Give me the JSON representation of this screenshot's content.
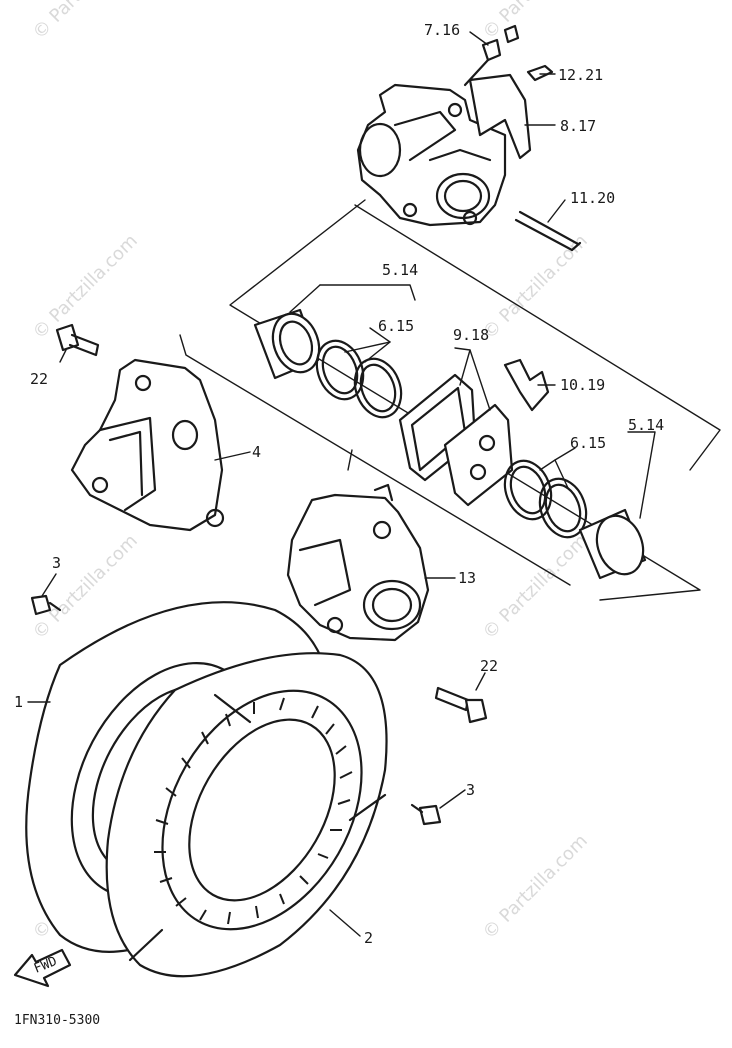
{
  "diagram_code": "1FN310-5300",
  "watermark": "© Partzilla.com",
  "direction_arrow": "FWD",
  "callouts": [
    {
      "id": "c-7-16",
      "text": "7.16"
    },
    {
      "id": "c-12-21",
      "text": "12.21"
    },
    {
      "id": "c-8-17",
      "text": "8.17"
    },
    {
      "id": "c-11-20",
      "text": "11.20"
    },
    {
      "id": "c-5-14-a",
      "text": "5.14"
    },
    {
      "id": "c-6-15-a",
      "text": "6.15"
    },
    {
      "id": "c-9-18",
      "text": "9.18"
    },
    {
      "id": "c-10-19",
      "text": "10.19"
    },
    {
      "id": "c-6-15-b",
      "text": "6.15"
    },
    {
      "id": "c-5-14-b",
      "text": "5.14"
    },
    {
      "id": "c-22-a",
      "text": "22"
    },
    {
      "id": "c-4",
      "text": "4"
    },
    {
      "id": "c-13",
      "text": "13"
    },
    {
      "id": "c-3-a",
      "text": "3"
    },
    {
      "id": "c-22-b",
      "text": "22"
    },
    {
      "id": "c-1",
      "text": "1"
    },
    {
      "id": "c-3-b",
      "text": "3"
    },
    {
      "id": "c-2",
      "text": "2"
    }
  ]
}
